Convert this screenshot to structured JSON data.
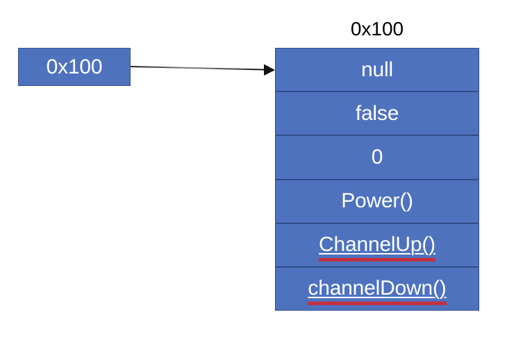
{
  "diagram": {
    "type": "object-memory-diagram",
    "background_color": "#FFFFFF",
    "fill_color": "#4E72BE",
    "border_color": "#2F4C86",
    "text_color": "#FFFFFF",
    "title_color": "#000000",
    "spellcheck_color": "#E02020"
  },
  "pointer": {
    "label": "0x100"
  },
  "arrow": {
    "name": "reference-arrow",
    "color": "#1A1A1A"
  },
  "object": {
    "title": "0x100",
    "rows": [
      {
        "text": "null",
        "underlined": false,
        "misspelled": false
      },
      {
        "text": "false",
        "underlined": false,
        "misspelled": false
      },
      {
        "text": "0",
        "underlined": false,
        "misspelled": false
      },
      {
        "text": "Power()",
        "underlined": false,
        "misspelled": false
      },
      {
        "text": "ChannelUp()",
        "underlined": true,
        "misspelled": true
      },
      {
        "text": "channelDown()",
        "underlined": true,
        "misspelled": true
      }
    ]
  }
}
